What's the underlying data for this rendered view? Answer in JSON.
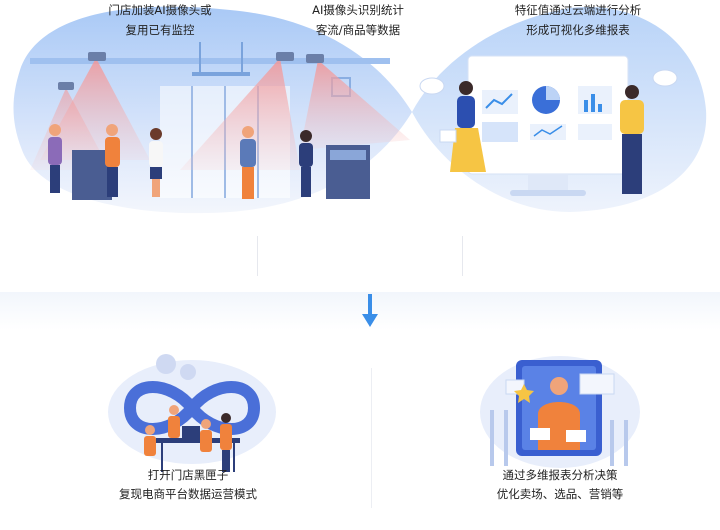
{
  "steps": [
    {
      "line1": "门店加装AI摄像头或",
      "line2": "复用已有监控"
    },
    {
      "line1": "AI摄像头识别统计",
      "line2": "客流/商品等数据"
    },
    {
      "line1": "特征值通过云端进行分析",
      "line2": "形成可视化多维报表"
    }
  ],
  "outcomes": [
    {
      "line1": "打开门店黑匣子",
      "line2": "复现电商平台数据运营模式"
    },
    {
      "line1": "通过多维报表分析决策",
      "line2": "优化卖场、选品、营销等"
    }
  ],
  "colors": {
    "accent": "#3a8ee8",
    "hero_blue": "#c7dcfa",
    "camera_beam": "#f4a3a3",
    "person_orange": "#f0823c",
    "person_yellow": "#f6c544",
    "person_navy": "#2c3e7a"
  },
  "icons": [
    "camera-icon",
    "down-arrow-icon",
    "pie-chart-icon",
    "infinity-icon"
  ]
}
